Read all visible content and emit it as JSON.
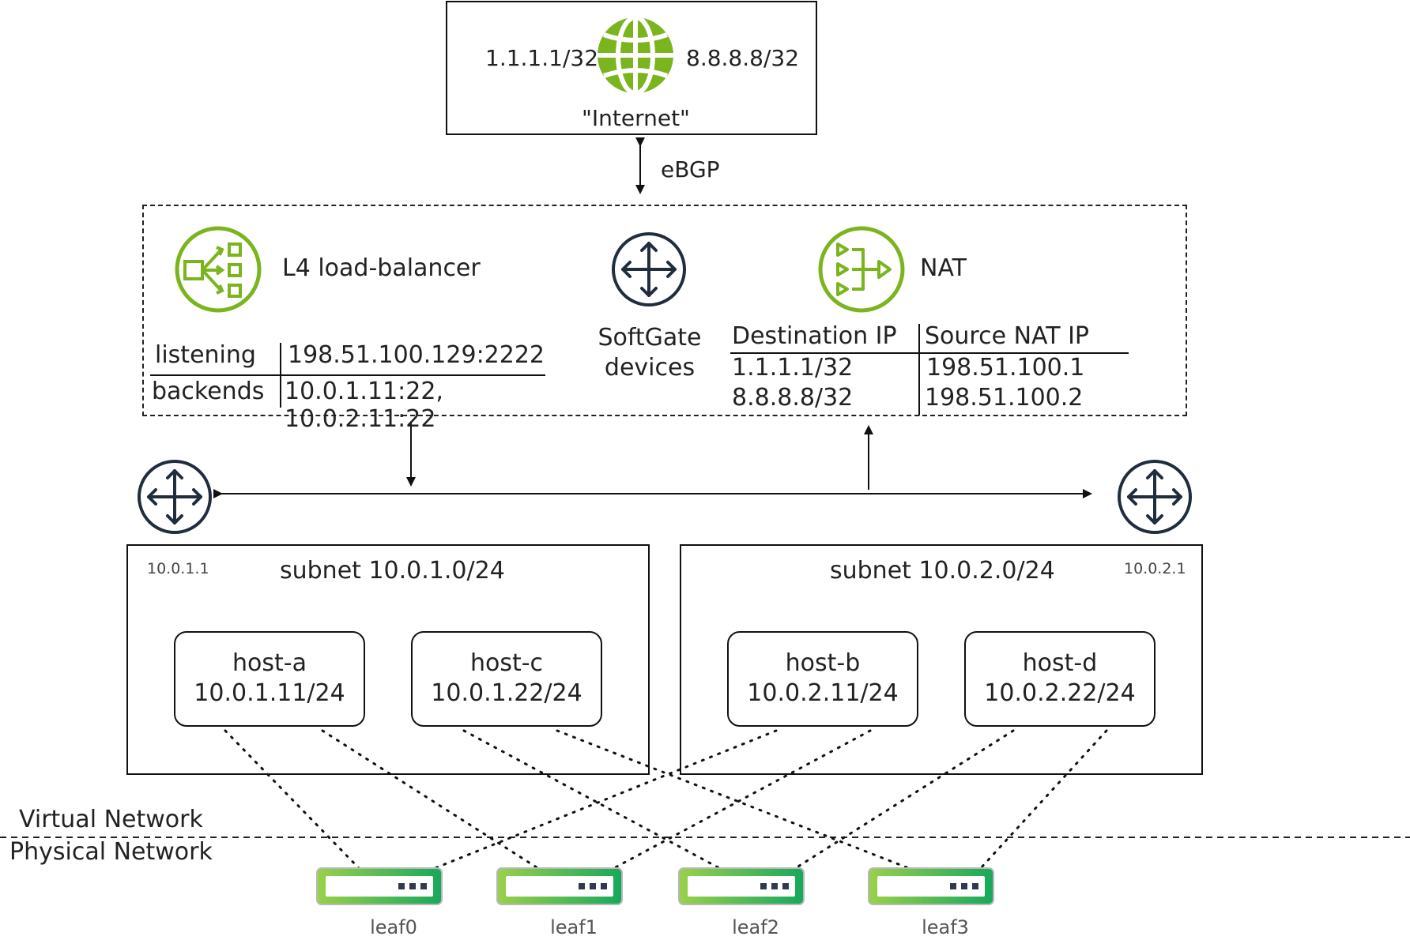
{
  "internet": {
    "left_prefix": "1.1.1.1/32",
    "right_prefix": "8.8.8.8/32",
    "label": "\"Internet\""
  },
  "link_label": "eBGP",
  "softgate": {
    "lb_title": "L4 load-balancer",
    "lb_table": {
      "rows": [
        {
          "key": "listening",
          "value": "198.51.100.129:2222"
        },
        {
          "key": "backends",
          "value": "10.0.1.11:22, 10.0.2.11:22"
        }
      ]
    },
    "devices_label_1": "SoftGate",
    "devices_label_2": "devices",
    "nat_title": "NAT",
    "nat_table": {
      "headers": [
        "Destination IP",
        "Source NAT IP"
      ],
      "rows": [
        [
          "1.1.1.1/32",
          "198.51.100.1"
        ],
        [
          "8.8.8.8/32",
          "198.51.100.2"
        ]
      ]
    }
  },
  "subnets": [
    {
      "title": "subnet 10.0.1.0/24",
      "gateway": "10.0.1.1",
      "hosts": [
        {
          "name": "host-a",
          "ip": "10.0.1.11/24"
        },
        {
          "name": "host-c",
          "ip": "10.0.1.22/24"
        }
      ]
    },
    {
      "title": "subnet 10.0.2.0/24",
      "gateway": "10.0.2.1",
      "hosts": [
        {
          "name": "host-b",
          "ip": "10.0.2.11/24"
        },
        {
          "name": "host-d",
          "ip": "10.0.2.22/24"
        }
      ]
    }
  ],
  "layers": {
    "virtual": "Virtual Network",
    "physical": "Physical Network"
  },
  "leaves": [
    "leaf0",
    "leaf1",
    "leaf2",
    "leaf3"
  ],
  "colors": {
    "accent_green": "#7ab51d",
    "icon_dark": "#1f2d3d",
    "switch_green": "#3cb878"
  },
  "icons": {
    "internet": "globe-icon",
    "load_balancer": "load-balancer-icon",
    "nat": "nat-icon",
    "router": "router-icon",
    "switch": "switch-icon"
  }
}
